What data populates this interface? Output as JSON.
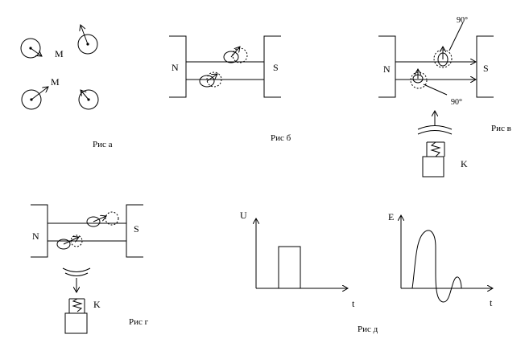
{
  "figure_a": {
    "caption": "Рис а",
    "label_m1": "M",
    "label_m2": "M"
  },
  "figure_b": {
    "caption": "Рис б",
    "pole_n": "N",
    "pole_s": "S"
  },
  "figure_v": {
    "caption": "Рис в",
    "pole_n": "N",
    "pole_s": "S",
    "angle_top": "90°",
    "angle_bottom": "90°",
    "coil_label": "K"
  },
  "figure_g": {
    "caption": "Рис г",
    "pole_n": "N",
    "pole_s": "S",
    "coil_label": "K"
  },
  "figure_d": {
    "caption": "Рис д",
    "axis_u": "U",
    "axis_t1": "t",
    "axis_e": "E",
    "axis_t2": "t"
  }
}
